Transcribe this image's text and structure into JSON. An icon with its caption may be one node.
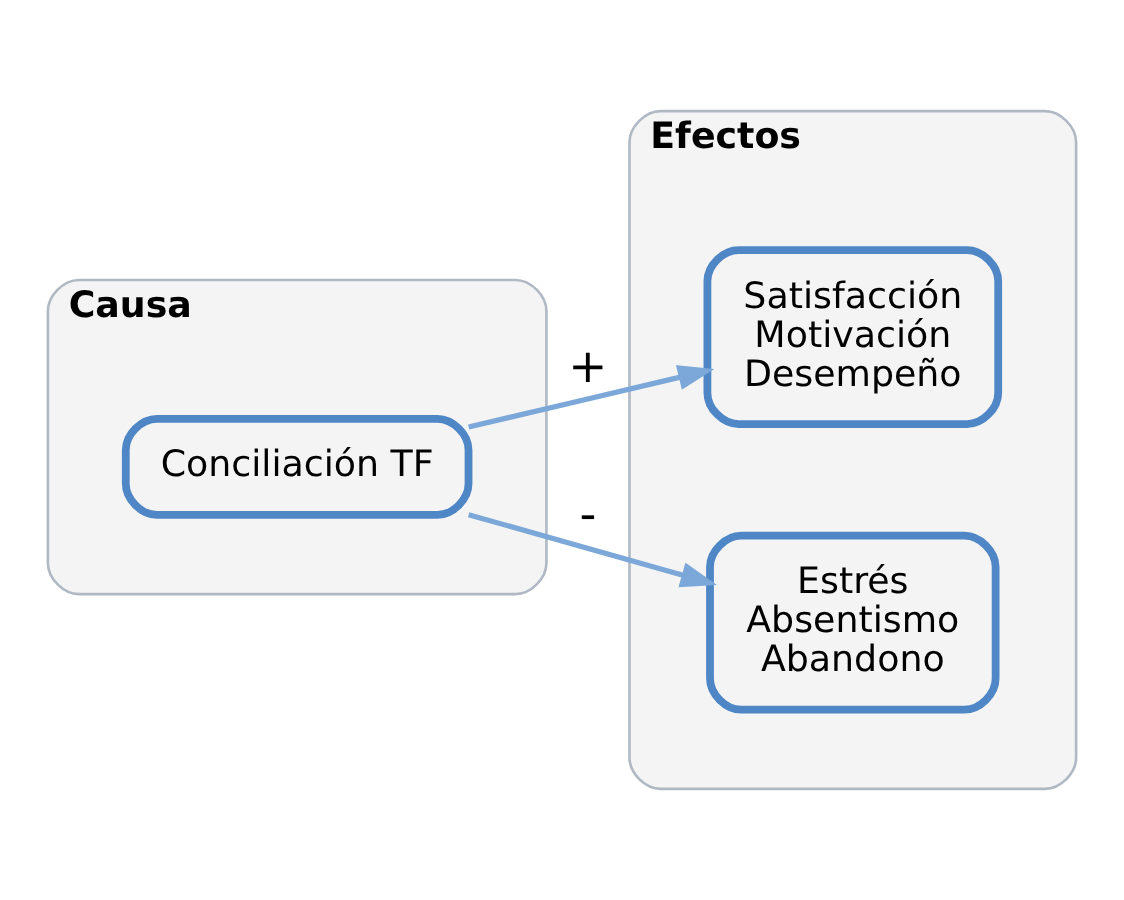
{
  "diagram": {
    "nodes": [
      {
        "text": [
          "Causa"
        ]
      },
      {
        "text": [
          "Conciliación TF"
        ],
        "in": 0
      },
      {
        "text": [
          "Efectos"
        ]
      },
      {
        "text": [
          "Satisfacción",
          "Motivación",
          "Desempeño"
        ],
        "in": 2
      },
      {
        "text": [
          "Estrés",
          "Absentismo",
          "Abandono"
        ],
        "in": 2
      }
    ],
    "edges": [
      {
        "from": 1,
        "to": 3,
        "arrow": "to",
        "label": "+"
      },
      {
        "from": 1,
        "to": 4,
        "arrow": "to",
        "label": "-"
      }
    ]
  }
}
